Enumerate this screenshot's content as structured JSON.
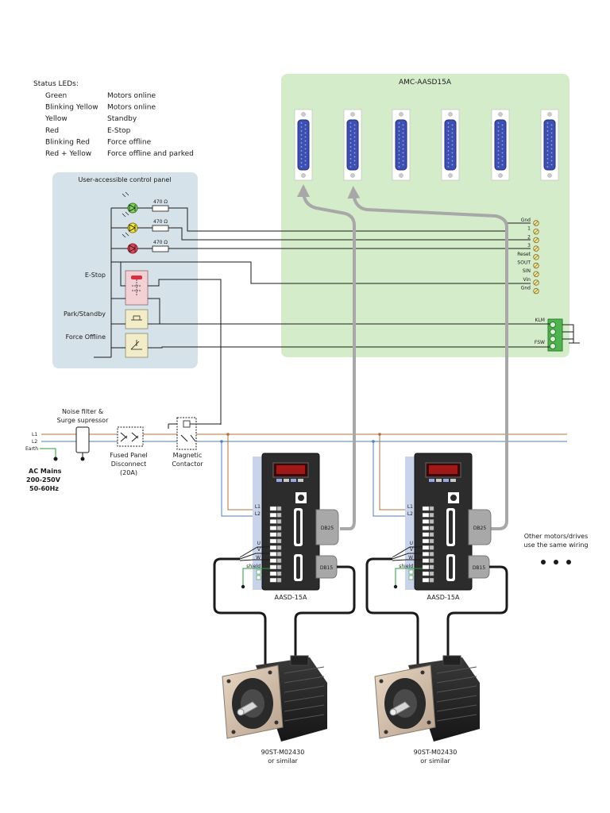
{
  "status_leds": {
    "title": "Status LEDs:",
    "rows": [
      {
        "color": "Green",
        "state": "Motors online"
      },
      {
        "color": "Blinking Yellow",
        "state": "Motors online"
      },
      {
        "color": "Yellow",
        "state": "Standby"
      },
      {
        "color": "Red",
        "state": "E-Stop"
      },
      {
        "color": "Blinking Red",
        "state": "Force offline"
      },
      {
        "color": "Red + Yellow",
        "state": "Force offline and parked"
      }
    ]
  },
  "controller": {
    "title": "AMC-AASD15A",
    "terminals": [
      "Gnd",
      "1",
      "2",
      "3",
      "Reset",
      "SOUT",
      "SIN",
      "Vin",
      "Gnd"
    ],
    "green_block": [
      "KLM",
      "FSW"
    ]
  },
  "control_panel": {
    "title": "User-accessible control panel",
    "resistors": [
      "470 Ω",
      "470 Ω",
      "470 Ω"
    ],
    "switches": [
      "E-Stop",
      "Park/Standby",
      "Force Offline"
    ]
  },
  "mains": {
    "lines": [
      "L1",
      "L2",
      "Earth"
    ],
    "source": [
      "AC Mains",
      "200-250V",
      "50-60Hz"
    ],
    "noise_filter": [
      "Noise filter &",
      "Surge supressor"
    ],
    "fused": [
      "Fused Panel",
      "Disconnect",
      "(20A)"
    ],
    "contactor": [
      "Magnetic",
      "Contactor"
    ]
  },
  "drive": {
    "name": "AASD-15A",
    "terminals": [
      "L1",
      "L2",
      "U",
      "V",
      "W",
      "shield"
    ],
    "ports": [
      "DB25",
      "DB15"
    ]
  },
  "motor": {
    "name": [
      "90ST-M02430",
      "or similar"
    ]
  },
  "other_note": [
    "Other motors/drives",
    "use the same wiring"
  ],
  "colors": {
    "panel_green": "#d5ecca",
    "panel_blue": "#d6e2ea",
    "wire_l1": "#b0713e",
    "wire_l2": "#4f7ec2",
    "earth": "#2a9a3a",
    "db_blue": "#3d4fb0",
    "led_green": "#7fd35a",
    "led_yellow": "#f0e43a",
    "led_red": "#e0485a"
  }
}
